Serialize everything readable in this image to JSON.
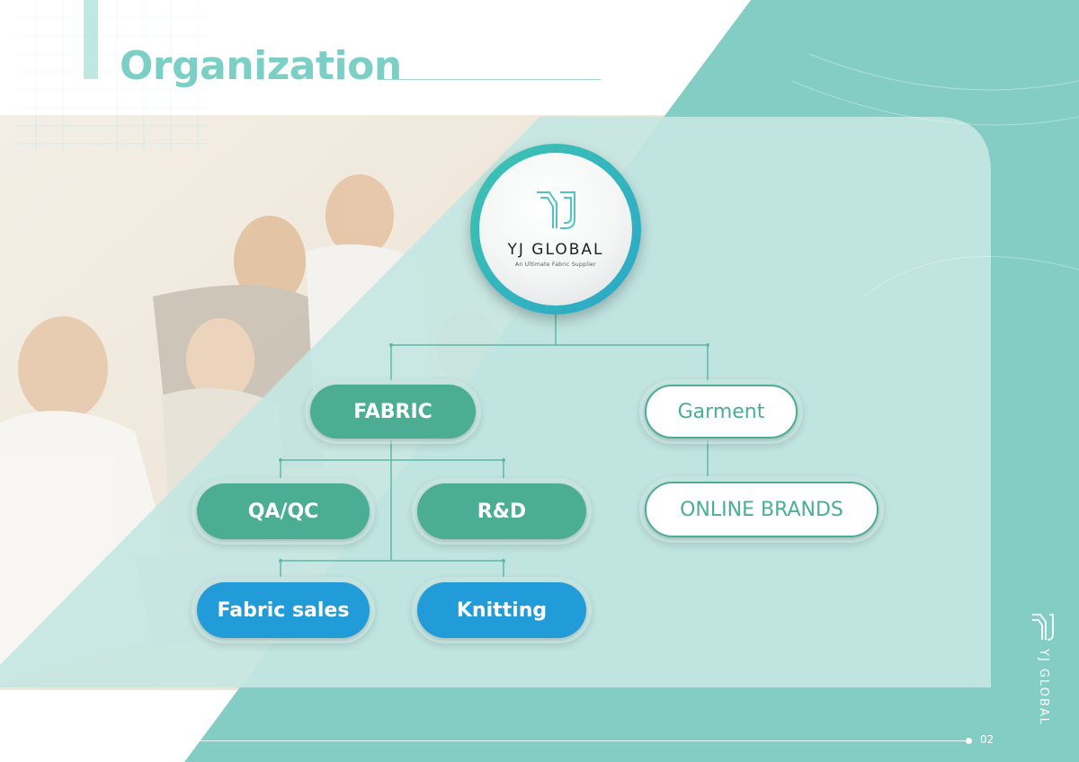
{
  "title": "Organization",
  "logo": {
    "brand": "YJ GLOBAL",
    "tagline": "An Ultimate Fabric Supplier"
  },
  "nodes": {
    "fabric": "FABRIC",
    "garment": "Garment",
    "qaqc": "QA/QC",
    "rnd": "R&D",
    "online_brands": "ONLINE BRANDS",
    "fabric_sales": "Fabric sales",
    "knitting": "Knitting"
  },
  "side_logo": "YJ GLOBAL",
  "page_number": "02",
  "colors": {
    "teal": "#84cdc4",
    "teal_light": "#c6e6e2",
    "green_node": "#4bae94",
    "blue_node": "#229bd9",
    "title": "#7ccfc4"
  }
}
